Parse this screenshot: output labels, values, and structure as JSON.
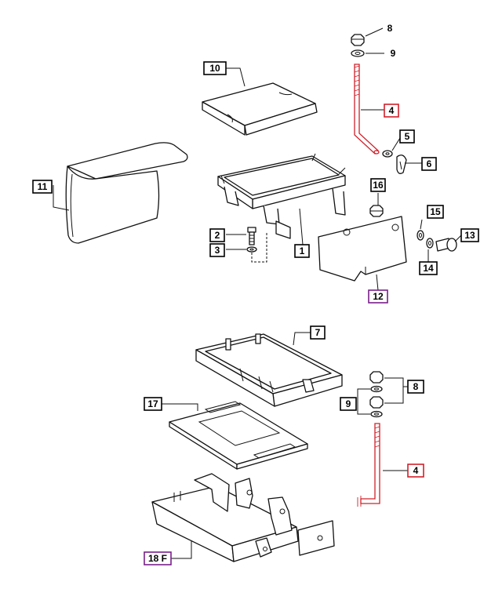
{
  "labels": {
    "l1": "1",
    "l2": "2",
    "l3": "3",
    "l4a": "4",
    "l4b": "4",
    "l5": "5",
    "l6": "6",
    "l7": "7",
    "l8a": "8",
    "l8b": "8",
    "l9a": "9",
    "l9b": "9",
    "l10": "10",
    "l11": "11",
    "l12": "12",
    "l13": "13",
    "l14": "14",
    "l15": "15",
    "l16": "16",
    "l17": "17",
    "l18": "18 F"
  },
  "colors": {
    "red_part": "#d0202a",
    "purple_box": "#7a1f8a",
    "line": "#111111"
  }
}
